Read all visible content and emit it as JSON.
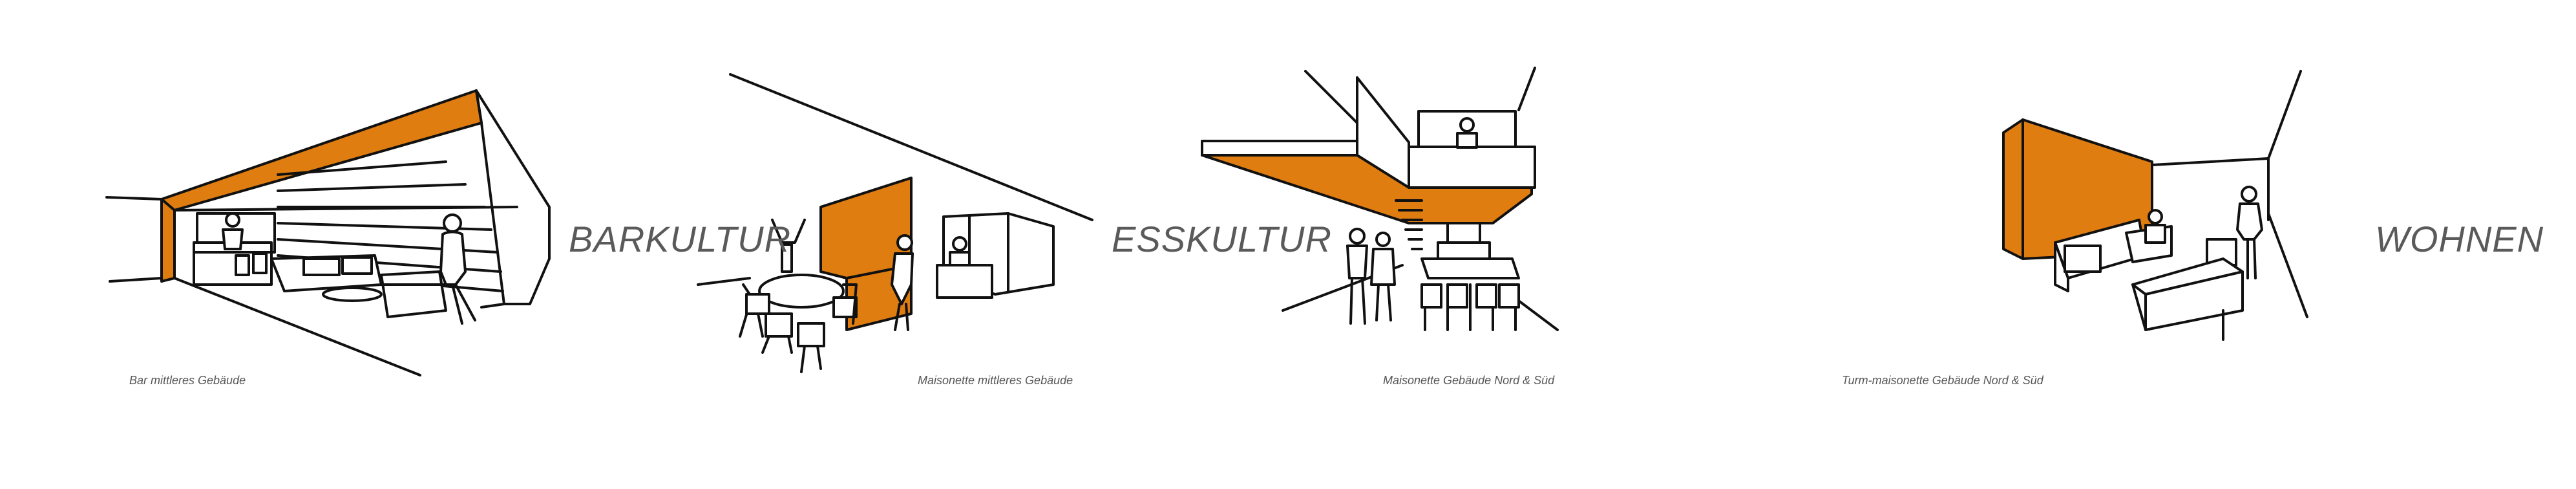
{
  "colors": {
    "accent": "#e07d10",
    "ink": "#111111",
    "label": "#5a5a5a",
    "background": "#ffffff"
  },
  "panels": [
    {
      "title": "BARKULTUR",
      "caption": "Bar mittleres Gebäude"
    },
    {
      "title": "ESSKULTUR",
      "caption": "Maisonette mittleres Gebäude"
    },
    {
      "title": "",
      "caption": "Maisonette Gebäude Nord & Süd"
    },
    {
      "title": "WOHNEN",
      "caption": "Turm-maisonette Gebäude Nord & Süd"
    }
  ]
}
